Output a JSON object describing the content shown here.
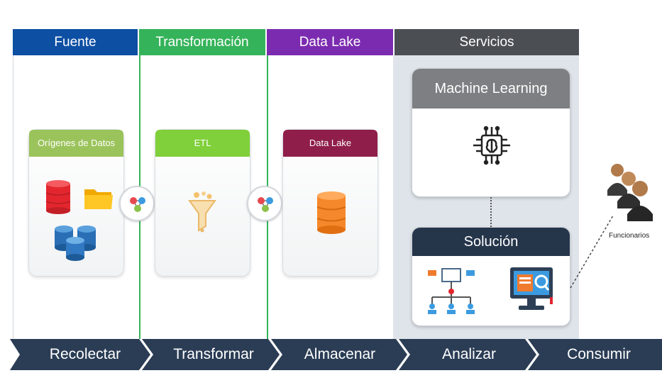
{
  "headers": {
    "fuente": "Fuente",
    "transformacion": "Transformación",
    "data_lake": "Data Lake",
    "servicios": "Servicios"
  },
  "cards": {
    "origenes": "Orígenes de Datos",
    "etl": "ETL",
    "data_lake": "Data Lake"
  },
  "services": {
    "machine_learning": "Machine Learning",
    "solucion": "Solución"
  },
  "users_label": "Funcionarios",
  "stages": [
    "Recolectar",
    "Transformar",
    "Almacenar",
    "Analizar",
    "Consumir"
  ],
  "colors": {
    "fuente": "#0d4fa3",
    "transformacion": "#35b35a",
    "data_lake": "#7b2bb0",
    "servicios": "#4b4f54",
    "arrow_bar": "#2b3d55",
    "origenes_card": "#9bc35b",
    "etl_card": "#7fd03a",
    "data_lake_card": "#8f1e4a",
    "ml_title": "#7d7f82",
    "solucion_title": "#25354a",
    "services_bg": "#dfe4ea"
  },
  "icons": [
    "database-icon",
    "folder-icon",
    "funnel-icon",
    "integration-icon",
    "chip-brain-icon",
    "network-diagram-icon",
    "monitor-analytics-icon",
    "users-icon"
  ]
}
